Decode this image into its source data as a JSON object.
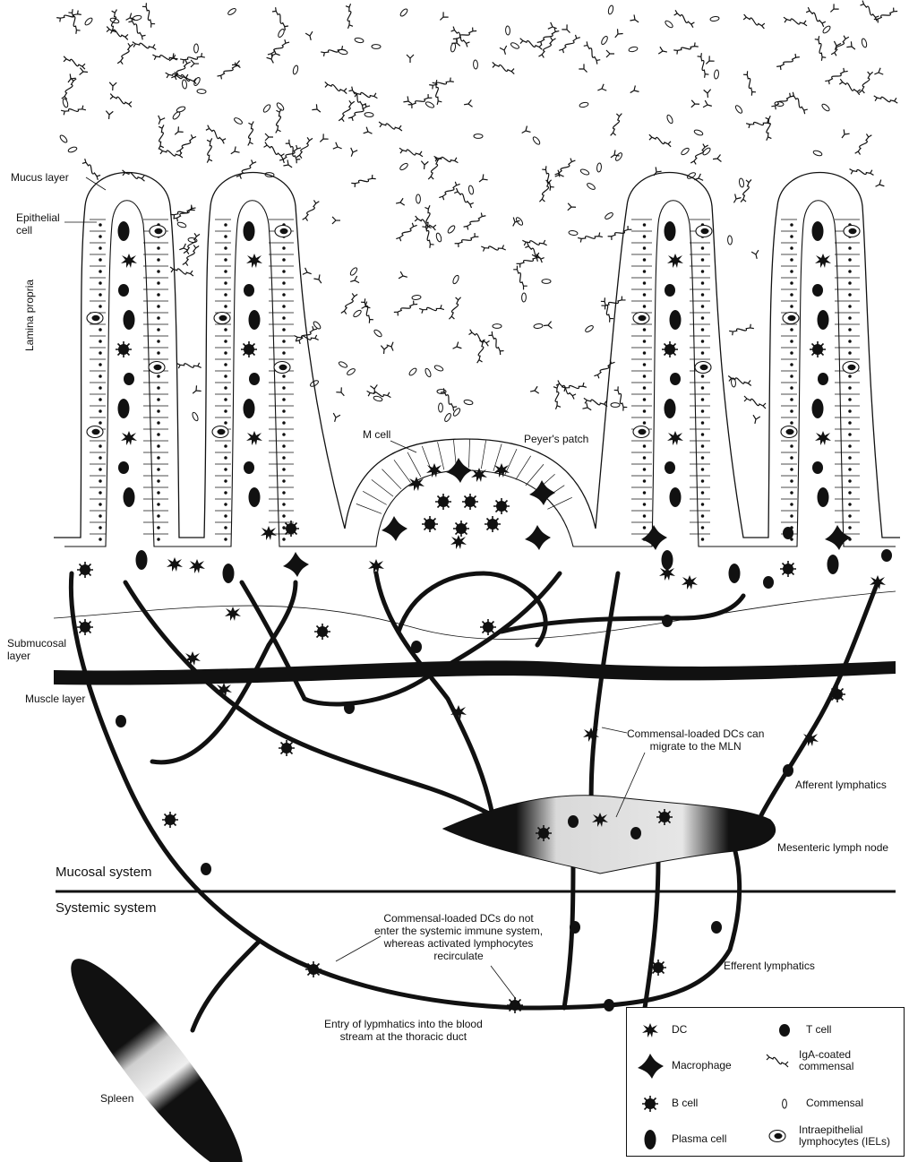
{
  "labels": {
    "mucus_layer": "Mucus layer",
    "epithelial_cell": "Epithelial\ncell",
    "lamina_propria": "Lamina propria",
    "m_cell": "M cell",
    "peyers_patch": "Peyer's patch",
    "submucosal_layer": "Submucosal\nlayer",
    "muscle_layer": "Muscle layer",
    "dcs_migrate": "Commensal-loaded DCs can\nmigrate to the MLN",
    "afferent_lymphatics": "Afferent lymphatics",
    "mesenteric_lymph_node": "Mesenteric lymph node",
    "mucosal_system": "Mucosal system",
    "systemic_system": "Systemic system",
    "dcs_do_not_enter": "Commensal-loaded DCs do not\nenter the systemic immune system,\nwhereas activated lymphocytes\nrecirculate",
    "efferent_lymphatics": "Efferent lymphatics",
    "thoracic_duct": "Entry of lypmhatics into the blood\nstream at the thoracic duct",
    "spleen": "Spleen"
  },
  "legend": [
    {
      "icon": "dc-icon",
      "label": "DC"
    },
    {
      "icon": "t-cell-icon",
      "label": "T cell"
    },
    {
      "icon": "macrophage-icon",
      "label": "Macrophage"
    },
    {
      "icon": "iga-coated-commensal-icon",
      "label": "IgA-coated\ncommensal"
    },
    {
      "icon": "b-cell-icon",
      "label": "B cell"
    },
    {
      "icon": "commensal-icon",
      "label": "Commensal"
    },
    {
      "icon": "plasma-cell-icon",
      "label": "Plasma cell"
    },
    {
      "icon": "iel-icon",
      "label": "Intraepithelial\nlymphocytes (IELs)"
    }
  ],
  "colors": {
    "ink": "#111111",
    "paper": "#ffffff",
    "node_shade": "#bdbdbd"
  }
}
